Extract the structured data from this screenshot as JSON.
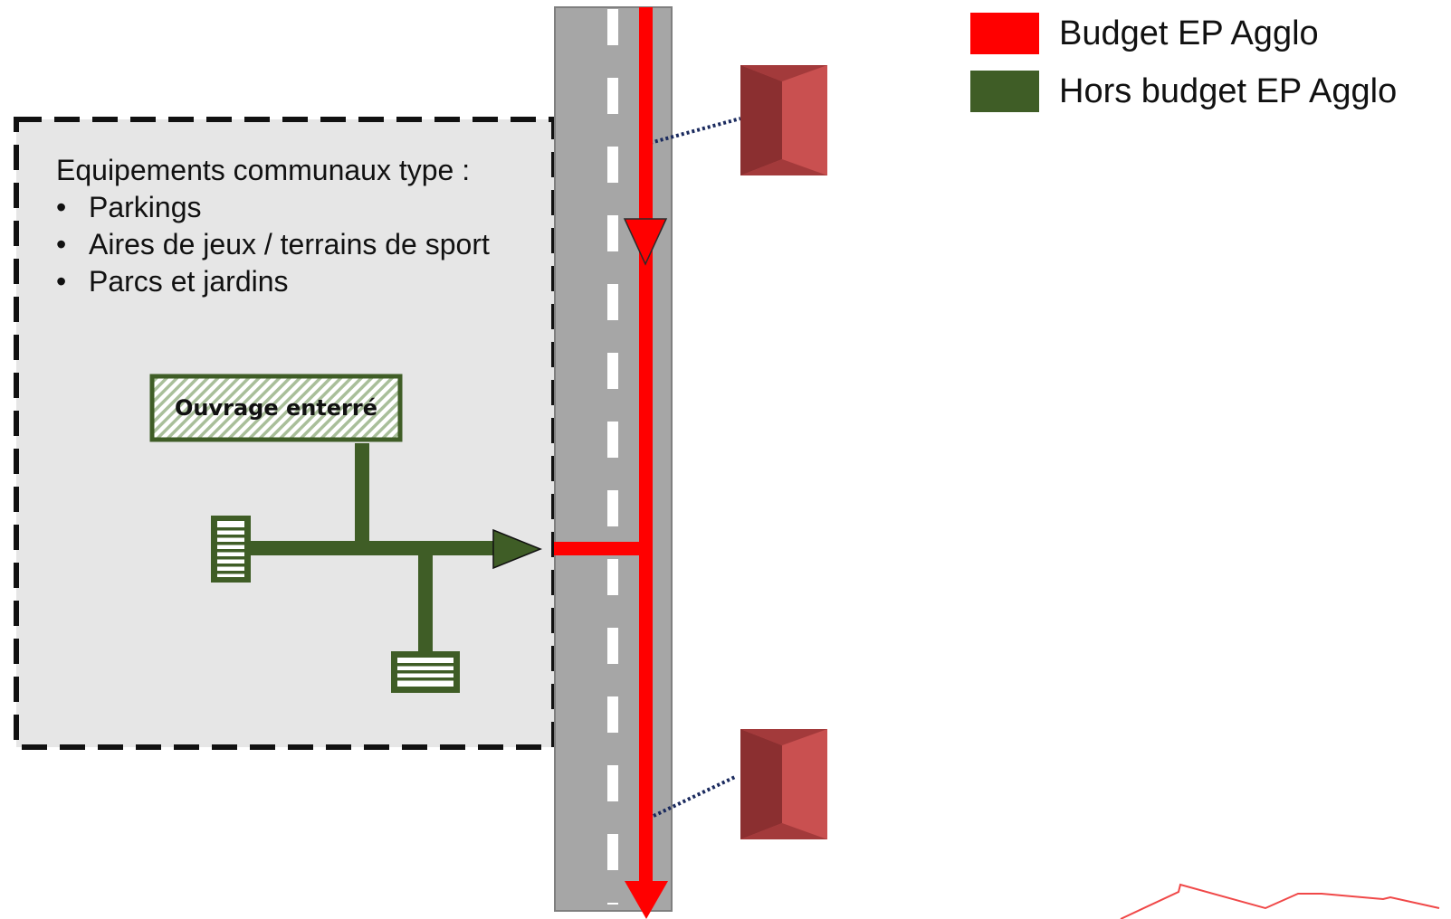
{
  "legend": {
    "items": [
      {
        "label": "Budget EP Agglo",
        "color": "#ff0000"
      },
      {
        "label": "Hors budget EP Agglo",
        "color": "#3f5d26"
      }
    ]
  },
  "zone": {
    "heading": "Equipements communaux type :",
    "items": [
      "Parkings",
      "Aires de jeux / terrains de sport",
      "Parcs et jardins"
    ]
  },
  "ouvrage": {
    "label": "Ouvrage enterré"
  },
  "colors": {
    "road": "#a6a6a6",
    "zone_fill": "#e6e6e6",
    "house_dark": "#8b2f30",
    "house_light": "#c95050"
  },
  "icons": [
    "house-icon",
    "grate-icon",
    "flow-arrow-icon"
  ]
}
